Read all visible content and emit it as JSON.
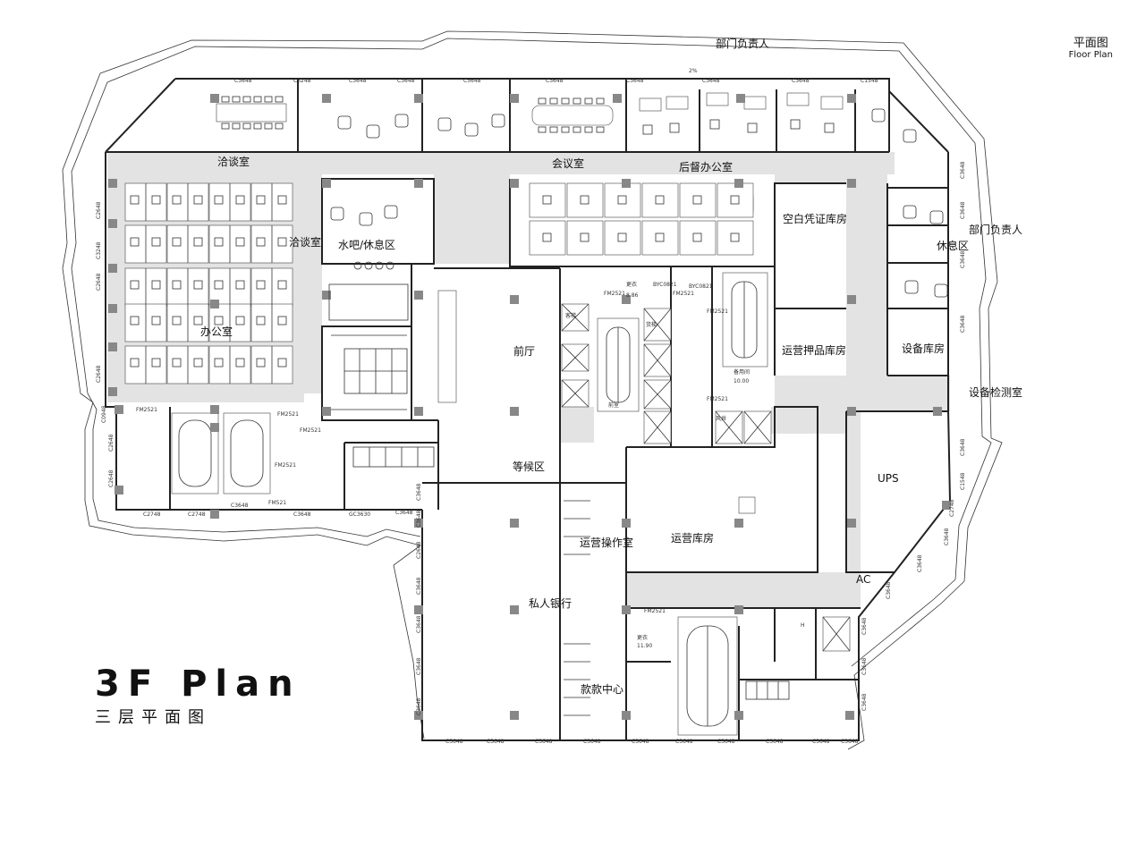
{
  "header": {
    "title_cn": "平面图",
    "title_en": "Floor Plan"
  },
  "title": {
    "en": "3F Plan",
    "cn": "三层平面图"
  },
  "rooms": {
    "dept_head_top": "部门负责人",
    "discussion_1": "洽谈室",
    "meeting_room": "会议室",
    "backoffice": "后督办公室",
    "discussion_2": "洽谈室",
    "water_bar": "水吧/休息区",
    "office": "办公室",
    "blank_voucher_store": "空白凭证库房",
    "dept_head_right": "部门负责人",
    "rest_area": "休息区",
    "lobby": "前厅",
    "escort_store": "运营押品库房",
    "equipment_store": "设备库房",
    "equipment_test": "设备检测室",
    "waiting_area": "等候区",
    "ups": "UPS",
    "ops_room": "运营操作室",
    "ops_store": "运营库房",
    "private_bank": "私人银行",
    "ac": "AC",
    "cash_center": "款款中心",
    "h_mark": "H"
  },
  "annotations": {
    "top": [
      "C3648",
      "C3248",
      "C3648",
      "C3648",
      "C5648",
      "C3648",
      "C3648",
      "C3648",
      "C3648",
      "C1548",
      "2%"
    ],
    "left": [
      "C2648",
      "C3248",
      "C2648",
      "C2648",
      "C0948",
      "C2648",
      "C2648"
    ],
    "bottom_left": [
      "C2748",
      "C2748",
      "C3648",
      "C3648",
      "GC3630",
      "C3648",
      "FM521"
    ],
    "bottom": [
      "C3648",
      "C3648",
      "C3648",
      "C3648",
      "C3648",
      "C3648",
      "C3648",
      "C3648",
      "C3648",
      "C3648"
    ],
    "left_lower": [
      "C2648",
      "C3648",
      "C3648",
      "C3648",
      "C3648",
      "C3648",
      "C3648"
    ],
    "right": [
      "C3648",
      "C3648",
      "C3648",
      "C3648",
      "C3648",
      "C1548",
      "C2748",
      "C3648",
      "C3648",
      "C3648",
      "C3648",
      "C3648",
      "C3648"
    ],
    "doors": [
      "FM2521",
      "FM2521",
      "FM2521",
      "FM2521",
      "FM2521",
      "BYC0821",
      "BYC0821",
      "FM2521",
      "FM2521",
      "FM2521",
      "FM2521"
    ],
    "core": [
      "更衣",
      "8.86",
      "备用间",
      "10.00",
      "更衣",
      "11.90",
      "前室",
      "客梯",
      "货梯",
      "风井"
    ]
  }
}
